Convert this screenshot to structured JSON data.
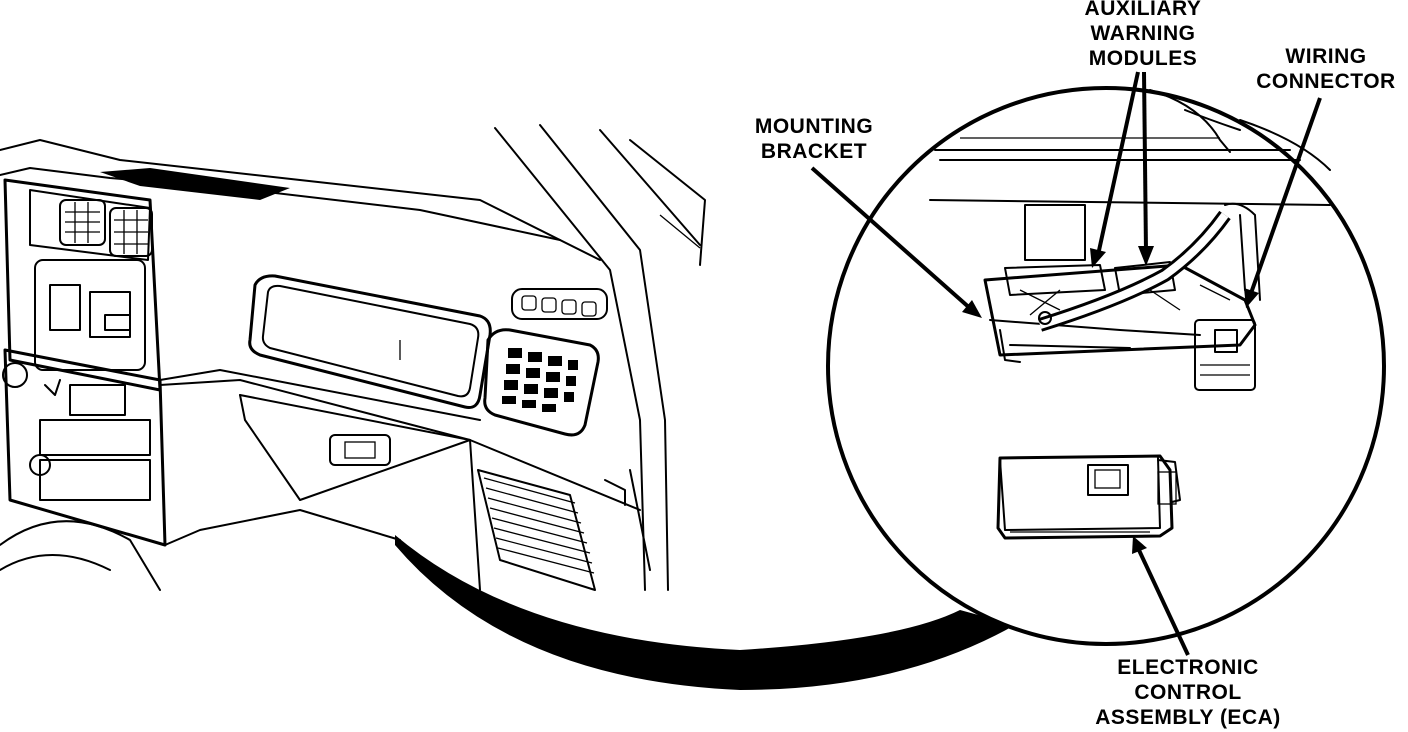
{
  "labels": {
    "auxiliary_warning_modules": [
      "AUXILIARY",
      "WARNING",
      "MODULES"
    ],
    "wiring_connector": [
      "WIRING",
      "CONNECTOR"
    ],
    "mounting_bracket": [
      "MOUNTING",
      "BRACKET"
    ],
    "eca": [
      "ELECTRONIC",
      "CONTROL",
      "ASSEMBLY (ECA)"
    ]
  },
  "icons": {
    "dashboard": "dashboard-illustration",
    "detail_circle": "magnified-detail-circle",
    "eca_unit": "eca-module-box"
  },
  "colors": {
    "ink": "#000000",
    "paper": "#ffffff"
  }
}
